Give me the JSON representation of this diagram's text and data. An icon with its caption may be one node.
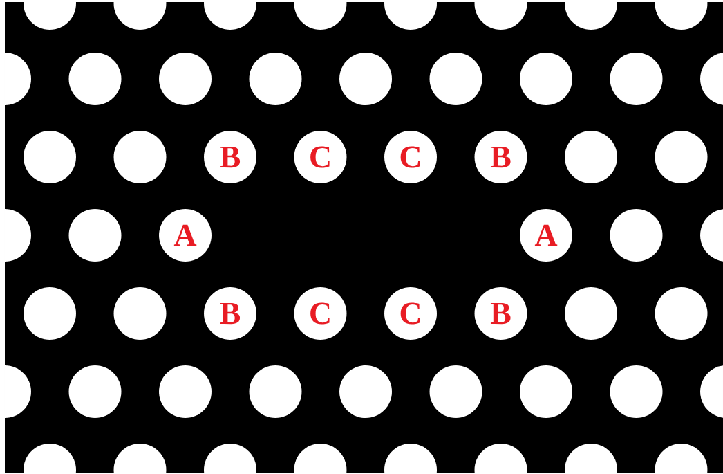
{
  "diagram": {
    "nodes": [
      {
        "text": [],
        "shape": "circle"
      },
      {
        "text": [],
        "shape": "circle"
      },
      {
        "text": [],
        "shape": "circle"
      },
      {
        "text": [],
        "shape": "circle"
      },
      {
        "text": [],
        "shape": "circle"
      },
      {
        "text": [],
        "shape": "circle"
      },
      {
        "text": [],
        "shape": "circle"
      },
      {
        "text": [],
        "shape": "circle"
      },
      {
        "text": [],
        "shape": "circle"
      },
      {
        "text": [],
        "shape": "circle"
      },
      {
        "text": [],
        "shape": "circle"
      },
      {
        "text": [],
        "shape": "circle"
      },
      {
        "text": [],
        "shape": "circle"
      },
      {
        "text": [],
        "shape": "circle"
      },
      {
        "text": [],
        "shape": "circle"
      },
      {
        "text": [],
        "shape": "circle"
      },
      {
        "text": [],
        "shape": "circle"
      },
      {
        "text": [],
        "shape": "circle"
      },
      {
        "text": [],
        "shape": "circle"
      },
      {
        "text": [
          "B"
        ]
      },
      {
        "text": [
          "C"
        ]
      },
      {
        "text": [
          "C"
        ]
      },
      {
        "text": [
          "B"
        ]
      },
      {
        "text": [],
        "shape": "circle"
      },
      {
        "text": [],
        "shape": "circle"
      },
      {
        "text": [],
        "shape": "circle"
      },
      {
        "text": [],
        "shape": "circle"
      },
      {
        "text": [
          "A"
        ]
      },
      {
        "text": [
          "A"
        ]
      },
      {
        "text": [],
        "shape": "circle"
      },
      {
        "text": [],
        "shape": "circle"
      },
      {
        "text": [],
        "shape": "circle"
      },
      {
        "text": [],
        "shape": "circle"
      },
      {
        "text": [
          "B"
        ]
      },
      {
        "text": [
          "C"
        ]
      },
      {
        "text": [
          "C"
        ]
      },
      {
        "text": [
          "B"
        ]
      },
      {
        "text": [],
        "shape": "circle"
      },
      {
        "text": [],
        "shape": "circle"
      },
      {
        "text": [],
        "shape": "circle"
      },
      {
        "text": [],
        "shape": "circle"
      },
      {
        "text": [],
        "shape": "circle"
      },
      {
        "text": [],
        "shape": "circle"
      },
      {
        "text": [],
        "shape": "circle"
      },
      {
        "text": [],
        "shape": "circle"
      },
      {
        "text": [],
        "shape": "circle"
      },
      {
        "text": [],
        "shape": "circle"
      },
      {
        "text": [],
        "shape": "circle"
      },
      {
        "text": [],
        "shape": "circle"
      },
      {
        "text": [],
        "shape": "circle"
      },
      {
        "text": [],
        "shape": "circle"
      },
      {
        "text": [],
        "shape": "circle"
      },
      {
        "text": [],
        "shape": "circle"
      },
      {
        "text": [],
        "shape": "circle"
      },
      {
        "text": [],
        "shape": "circle"
      },
      {
        "text": [],
        "shape": "circle"
      }
    ]
  }
}
